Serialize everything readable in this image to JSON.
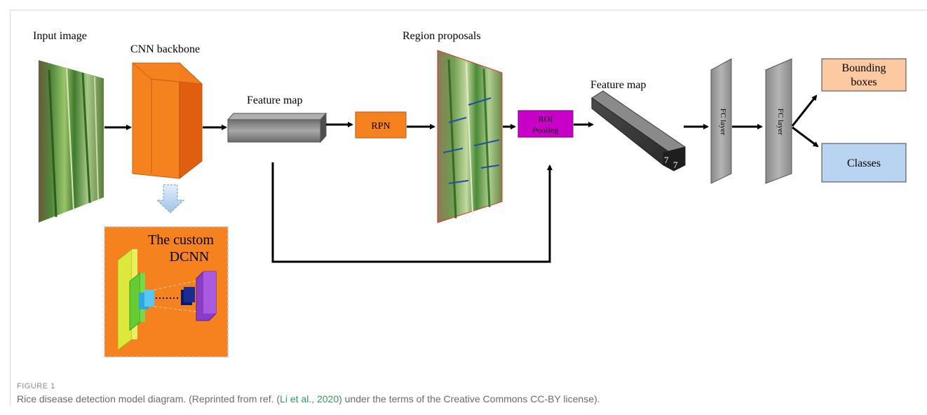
{
  "labels": {
    "input_image": "Input image",
    "cnn_backbone": "CNN backbone",
    "feature_map_1": "Feature map",
    "rpn": "RPN",
    "region_proposals": "Region proposals",
    "roi_pooling_line1": "ROI",
    "roi_pooling_line2": "Pooling",
    "feature_map_2": "Feature map",
    "dim_a": "7",
    "dim_b": "7",
    "fc_layer_1": "FC layer",
    "fc_layer_2": "FC layer",
    "bounding_line1": "Bounding",
    "bounding_line2": "boxes",
    "classes": "Classes",
    "custom_line1": "The custom",
    "custom_line2": "DCNN"
  },
  "caption": {
    "figure_label": "FIGURE 1",
    "text_before": "Rice disease detection model diagram. (Reprinted from ref. (",
    "ref": "Li et al., 2020",
    "text_after": ") under the terms of the Creative Commons CC-BY license)."
  },
  "colors": {
    "orange": "#f5821f",
    "orange_dark": "#e06010",
    "magenta": "#c800c8",
    "peach": "#fcc9a0",
    "blue_box": "#b8d4f0",
    "gray": "#9a9a9a"
  }
}
